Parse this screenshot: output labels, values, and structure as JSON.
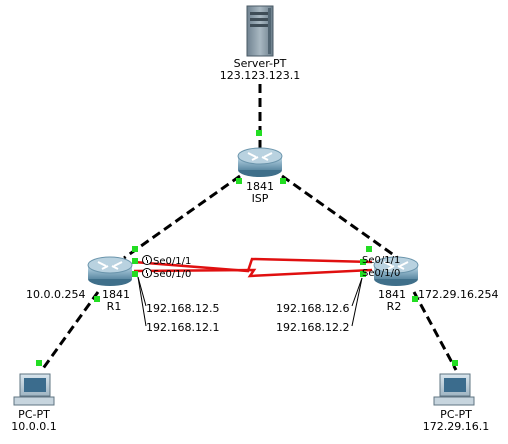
{
  "devices": {
    "server": {
      "type": "Server-PT",
      "ip": "123.123.123.1"
    },
    "isp": {
      "model": "1841",
      "name": "ISP"
    },
    "r1": {
      "model": "1841",
      "name": "R1",
      "lan_ip": "10.0.0.254"
    },
    "r2": {
      "model": "1841",
      "name": "R2",
      "lan_ip": "172.29.16.254"
    },
    "pc1": {
      "type": "PC-PT",
      "ip": "10.0.0.1"
    },
    "pc2": {
      "type": "PC-PT",
      "ip": "172.29.16.1"
    }
  },
  "interfaces": {
    "r1_s011": "Se0/1/1",
    "r1_s010": "Se0/1/0",
    "r2_s011": "Se0/1/1",
    "r2_s010": "Se0/1/0"
  },
  "serial_ips": {
    "r1_a": "192.168.12.5",
    "r1_b": "192.168.12.1",
    "r2_a": "192.168.12.6",
    "r2_b": "192.168.12.2"
  },
  "colors": {
    "ethernet_link": "#000000",
    "serial_link": "#e01010",
    "link_up_light": "#22dd22",
    "router_body": "#7aa4bc",
    "device_gray": "#8a9aa6"
  }
}
